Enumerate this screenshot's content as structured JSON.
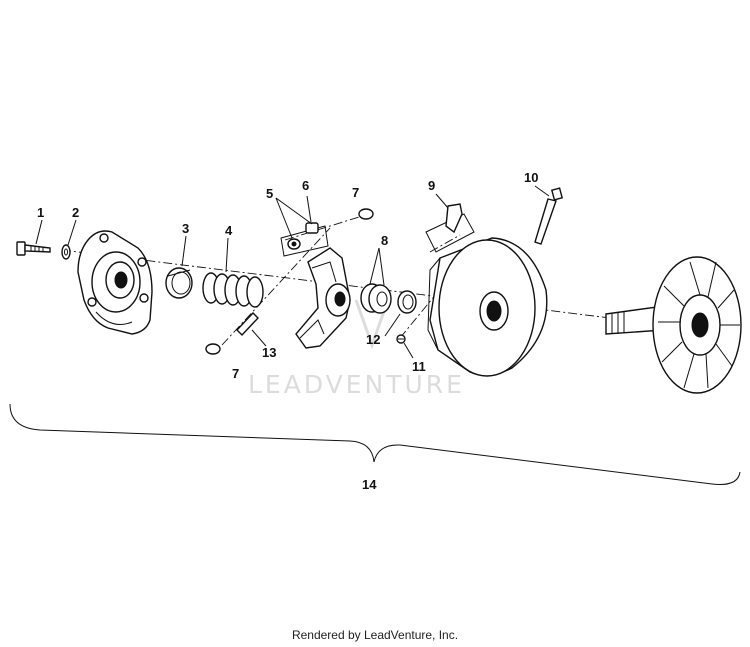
{
  "diagram": {
    "callouts": [
      "1",
      "2",
      "3",
      "4",
      "5",
      "6",
      "7",
      "8",
      "9",
      "10",
      "11",
      "12",
      "13",
      "7",
      "14"
    ],
    "watermark": "LEADVENTURE"
  },
  "footer": {
    "text": "Rendered by LeadVenture, Inc."
  }
}
